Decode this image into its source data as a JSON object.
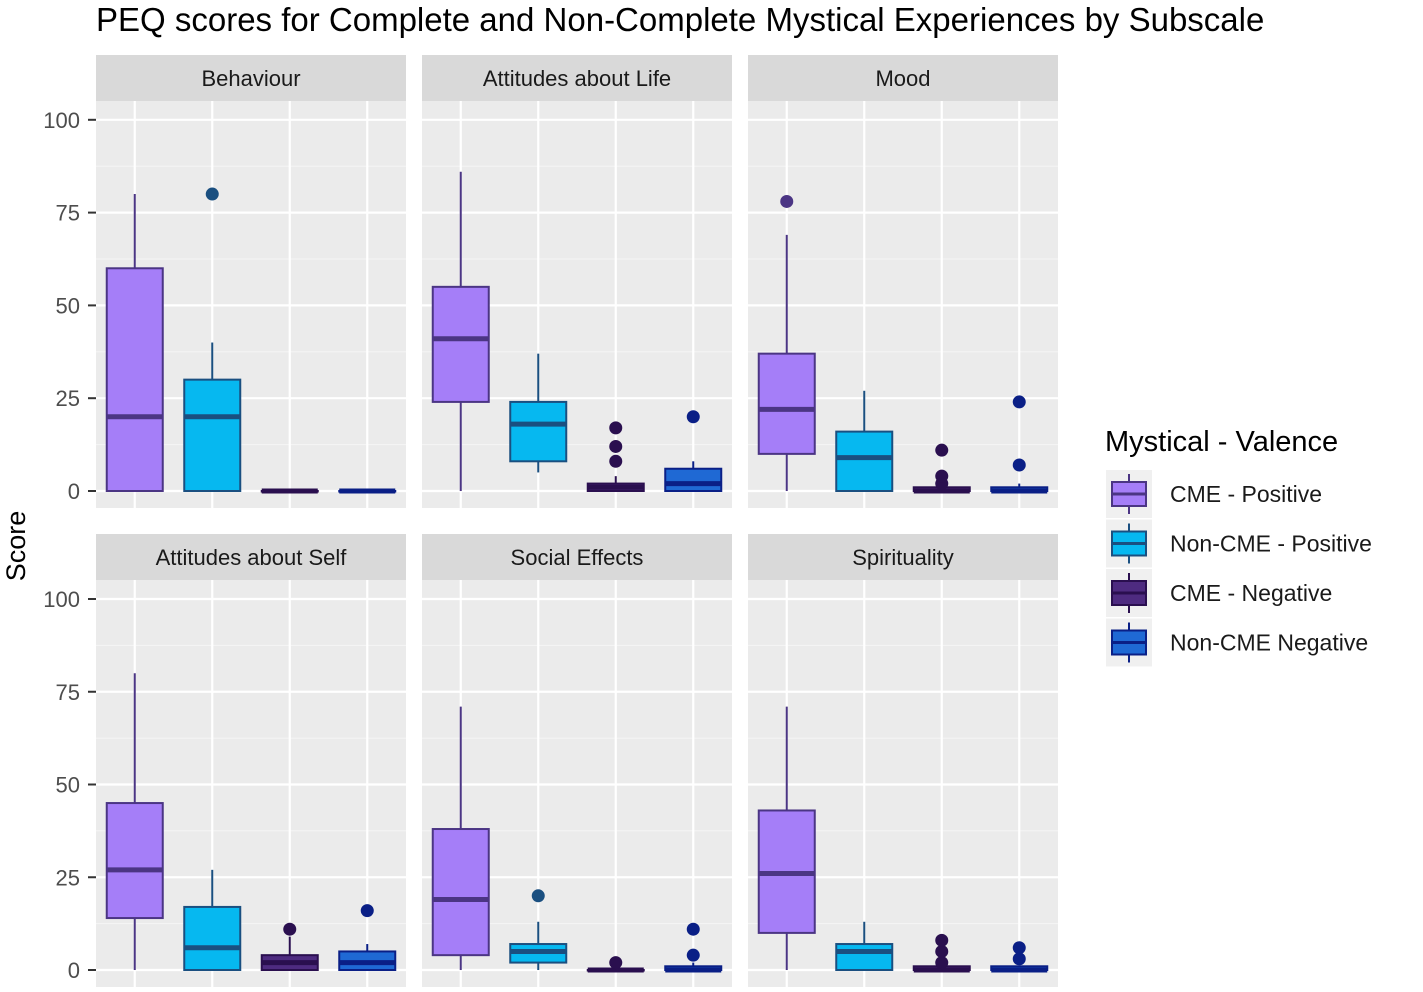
{
  "chart_data": {
    "type": "boxplot",
    "title": "PEQ scores for Complete and Non-Complete Mystical Experiences by Subscale",
    "ylabel": "Score",
    "xlabel": "",
    "ylim": [
      -4,
      106
    ],
    "yticks": [
      0,
      25,
      50,
      75,
      100
    ],
    "grid": true,
    "legend": {
      "title": "Mystical - Valence",
      "placement": "right",
      "entries": [
        "CME - Positive",
        "Non-CME - Positive",
        "CME - Negative",
        "Non-CME Negative"
      ]
    },
    "groups": [
      {
        "name": "CME - Positive",
        "fill": "#A57EF8",
        "line": "#4B3584"
      },
      {
        "name": "Non-CME - Positive",
        "fill": "#06B8F0",
        "line": "#1A4F80"
      },
      {
        "name": "CME - Negative",
        "fill": "#4E2B80",
        "line": "#2A0F4F"
      },
      {
        "name": "Non-CME Negative",
        "fill": "#1F69D4",
        "line": "#0A1F86"
      }
    ],
    "facets": [
      {
        "name": "Behaviour",
        "boxes": [
          {
            "min": 0,
            "q1": 0,
            "median": 20,
            "q3": 60,
            "max": 80,
            "outliers": []
          },
          {
            "min": 0,
            "q1": 0,
            "median": 20,
            "q3": 30,
            "max": 40,
            "outliers": [
              80
            ]
          },
          {
            "min": 0,
            "q1": 0,
            "median": 0,
            "q3": 0,
            "max": 0,
            "outliers": []
          },
          {
            "min": 0,
            "q1": 0,
            "median": 0,
            "q3": 0,
            "max": 0,
            "outliers": []
          }
        ]
      },
      {
        "name": "Attitudes about Life",
        "boxes": [
          {
            "min": 0,
            "q1": 24,
            "median": 41,
            "q3": 55,
            "max": 86,
            "outliers": []
          },
          {
            "min": 5,
            "q1": 8,
            "median": 18,
            "q3": 24,
            "max": 37,
            "outliers": []
          },
          {
            "min": 0,
            "q1": 0,
            "median": 1,
            "q3": 2,
            "max": 4,
            "outliers": [
              8,
              12,
              17
            ]
          },
          {
            "min": 0,
            "q1": 0,
            "median": 2,
            "q3": 6,
            "max": 8,
            "outliers": [
              20
            ]
          }
        ]
      },
      {
        "name": "Mood",
        "boxes": [
          {
            "min": 0,
            "q1": 10,
            "median": 22,
            "q3": 37,
            "max": 69,
            "outliers": [
              78
            ]
          },
          {
            "min": 0,
            "q1": 0,
            "median": 9,
            "q3": 16,
            "max": 27,
            "outliers": []
          },
          {
            "min": 0,
            "q1": 0,
            "median": 0,
            "q3": 1,
            "max": 1,
            "outliers": [
              2,
              4,
              11
            ]
          },
          {
            "min": 0,
            "q1": 0,
            "median": 0,
            "q3": 1,
            "max": 2,
            "outliers": [
              7,
              24
            ]
          }
        ]
      },
      {
        "name": "Attitudes about Self",
        "boxes": [
          {
            "min": 0,
            "q1": 14,
            "median": 27,
            "q3": 45,
            "max": 80,
            "outliers": []
          },
          {
            "min": 0,
            "q1": 0,
            "median": 6,
            "q3": 17,
            "max": 27,
            "outliers": []
          },
          {
            "min": 0,
            "q1": 0,
            "median": 2,
            "q3": 4,
            "max": 9,
            "outliers": [
              11
            ]
          },
          {
            "min": 0,
            "q1": 0,
            "median": 2,
            "q3": 5,
            "max": 7,
            "outliers": [
              16
            ]
          }
        ]
      },
      {
        "name": "Social Effects",
        "boxes": [
          {
            "min": 0,
            "q1": 4,
            "median": 19,
            "q3": 38,
            "max": 71,
            "outliers": []
          },
          {
            "min": 0,
            "q1": 2,
            "median": 5,
            "q3": 7,
            "max": 13,
            "outliers": [
              20
            ]
          },
          {
            "min": 0,
            "q1": 0,
            "median": 0,
            "q3": 0,
            "max": 1,
            "outliers": [
              2
            ]
          },
          {
            "min": 0,
            "q1": 0,
            "median": 0,
            "q3": 1,
            "max": 2,
            "outliers": [
              4,
              11
            ]
          }
        ]
      },
      {
        "name": "Spirituality",
        "boxes": [
          {
            "min": 0,
            "q1": 10,
            "median": 26,
            "q3": 43,
            "max": 71,
            "outliers": []
          },
          {
            "min": 0,
            "q1": 0,
            "median": 5,
            "q3": 7,
            "max": 13,
            "outliers": []
          },
          {
            "min": 0,
            "q1": 0,
            "median": 0,
            "q3": 1,
            "max": 1,
            "outliers": [
              2,
              5,
              8
            ]
          },
          {
            "min": 0,
            "q1": 0,
            "median": 0,
            "q3": 1,
            "max": 1,
            "outliers": [
              3,
              6
            ]
          }
        ]
      }
    ]
  }
}
